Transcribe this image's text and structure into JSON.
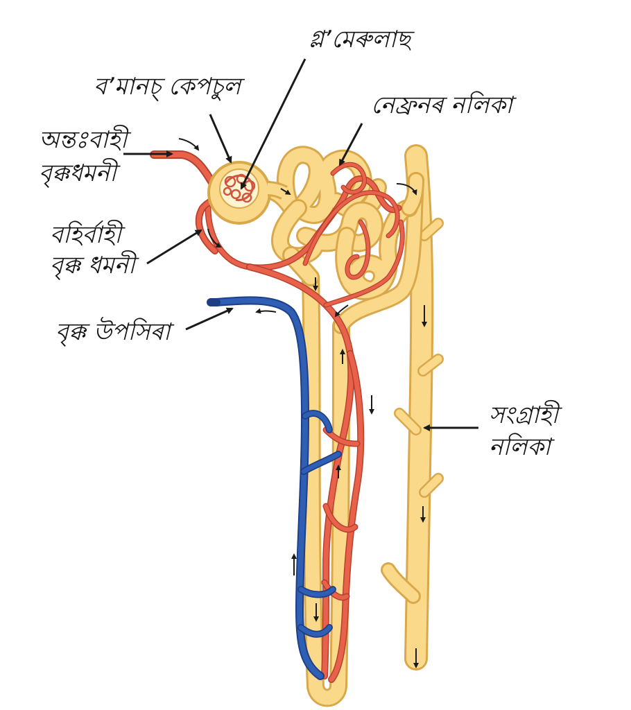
{
  "diagram": {
    "labels": {
      "afferent_arteriole": [
        "অন্তঃবাহী",
        "বৃক্কধমনী"
      ],
      "bowman_capsule": "ব’মানচ্ কেপচুল",
      "glomerulus": "গ্ল’মেৰুলাছ",
      "nephron_tubule": "নেফ্ৰনৰ নলিকা",
      "efferent_arteriole": [
        "বহিৰ্বাহী",
        "বৃক্ক ধমনী"
      ],
      "renal_venule": "বৃক্ক উপসিৰা",
      "collecting_duct": [
        "সংগ্ৰাহী",
        "নলিকা"
      ]
    },
    "colors": {
      "tubule": "#fad98a",
      "tubule_outline": "#d9a84a",
      "artery": "#e8614a",
      "artery_outline": "#b7402d",
      "vein": "#2f5fb5",
      "vein_outline": "#1e3f86",
      "arrow": "#1a1a1a"
    }
  }
}
